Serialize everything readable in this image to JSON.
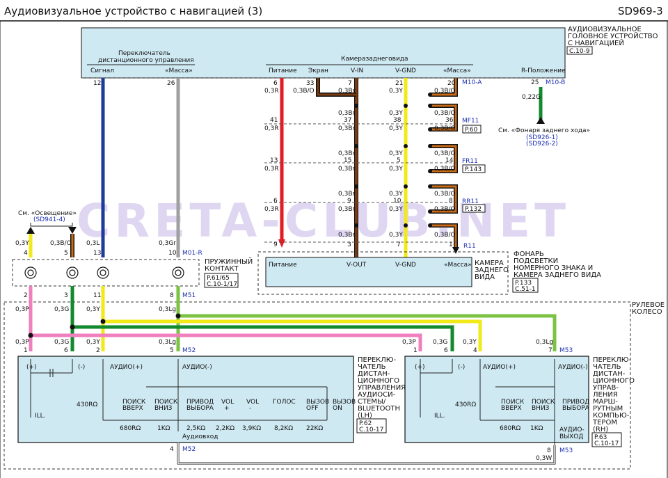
{
  "header": {
    "title": "Аудиовизуальное устройство с навигацией (3)",
    "code": "SD969-3"
  },
  "watermark": "CRETA-CLUB.NET",
  "colors": {
    "box": "#cfe9f3",
    "red": "#e31b23",
    "blue": "#1f3b9b",
    "gray": "#a0a0a0",
    "brown": "#7a3b12",
    "yellow": "#f2ea18",
    "green": "#138a2e",
    "pink": "#ef7fbd",
    "lgreen": "#7cc243",
    "black": "#111111"
  },
  "head_unit": {
    "title": "АУДИОВИЗУАЛЬНОЕ ГОЛОВНОЕ УСТРОЙСТВО С НАВИГАЦИЕЙ",
    "ref": "С.10-9",
    "remote_switch": "Переключатель дистанционного управления",
    "camera": "Камера заднего вида",
    "pins": [
      "Сигнал",
      "«Масса»",
      "Питание",
      "Экран",
      "V-IN",
      "V-GND",
      "«Масса»",
      "R-Положение"
    ],
    "connector_a": "M10-A",
    "connector_b": "M10-B"
  },
  "connectors": {
    "mf11": "MF11",
    "mf11_ref": "P.60",
    "fr11": "FR11",
    "fr11_ref": "P.143",
    "rr11": "RR11",
    "rr11_ref": "P.132",
    "r11": "R11",
    "m01r": "M01-R",
    "m51": "M51",
    "m52": "M52",
    "m53": "M53"
  },
  "lighting": {
    "label": "См. «Освещение»",
    "ref": "(SD941-4)"
  },
  "reverse_lamp": {
    "label": "См. «Фонаря заднего хода»",
    "ref1": "(SD926-1)",
    "ref2": "(SD926-2)"
  },
  "camera_unit": {
    "pins": [
      "Питание",
      "V-OUT",
      "V-GND",
      "«Масса»"
    ],
    "title": "КАМЕРА ЗАДНЕГО ВИДА",
    "lamp": "ФОНАРЬ ПОДСВЕТКИ НОМЕРНОГО ЗНАКА И КАМЕРА ЗАДНЕГО ВИДА",
    "ref1": "P.133",
    "ref2": "С.51-1"
  },
  "clock_spring": {
    "title": "ПРУЖИННЫЙ КОНТАКТ",
    "ref1": "P.61/65",
    "ref2": "С.10-1/17"
  },
  "steering": {
    "title": "РУЛЕВОЕ КОЛЕСО"
  },
  "switch_lh": {
    "title": "ПЕРЕКЛЮ- ЧАТЕЛЬ ДИСТАН- ЦИОННОГО УПРАВЛЕНИЯ АУДИОСИ- СТЕМЫ/ BLUETOOTH (LH)",
    "ref1": "P.62",
    "ref2": "С.10-17",
    "audio_plus": "АУДИО(+)",
    "audio_minus": "АУДИО(-)",
    "audio_in": "Аудиовход",
    "ill": "ILL.",
    "buttons": [
      "ПОИСК ВВЕРХ",
      "ПОИСК ВНИЗ",
      "ПРИВОД ВЫБОРА",
      "VOL +",
      "VOL -",
      "ГОЛОС",
      "ВЫЗОВ OFF",
      "ВЫЗОВ ON"
    ],
    "resistors": [
      "430RΩ",
      "680RΩ",
      "1KΩ",
      "2,5KΩ",
      "2,2KΩ",
      "3,9KΩ",
      "8,2KΩ",
      "22KΩ"
    ]
  },
  "switch_rh": {
    "title": "ПЕРЕКЛЮ- ЧАТЕЛЬ ДИСТАН- ЦИОННОГО УПРАВ- ЛЕНИЯ МАРШ- РУТНЫМ КОМПЬЮ- ТЕРОМ (RH)",
    "ref1": "P.63",
    "ref2": "С.10-17",
    "audio_plus": "АУДИО(+)",
    "audio_minus": "АУДИО(-)",
    "audio_out": "АУДИО- ВЫХОД",
    "ill": "ILL.",
    "buttons": [
      "ПОИСК ВВЕРХ",
      "ПОИСК ВНИЗ",
      "ПРИВОД ВЫБОРА"
    ],
    "resistors": [
      "430RΩ",
      "680RΩ",
      "1KΩ"
    ]
  },
  "wire_labels": [
    "0,3Y",
    "0,3B/O",
    "0,3L",
    "0,3Gr",
    "0,3R",
    "0,3Br",
    "0,3Y",
    "0,3B/O",
    "0,22G",
    "0,3P",
    "0,3G",
    "0,3Lg",
    "0,3W"
  ],
  "pin_numbers": [
    "12",
    "26",
    "6",
    "33",
    "7",
    "21",
    "20",
    "25",
    "41",
    "37",
    "38",
    "36",
    "13",
    "15",
    "5",
    "14",
    "9",
    "10",
    "8",
    "4",
    "3",
    "1",
    "2",
    "11",
    "7"
  ]
}
